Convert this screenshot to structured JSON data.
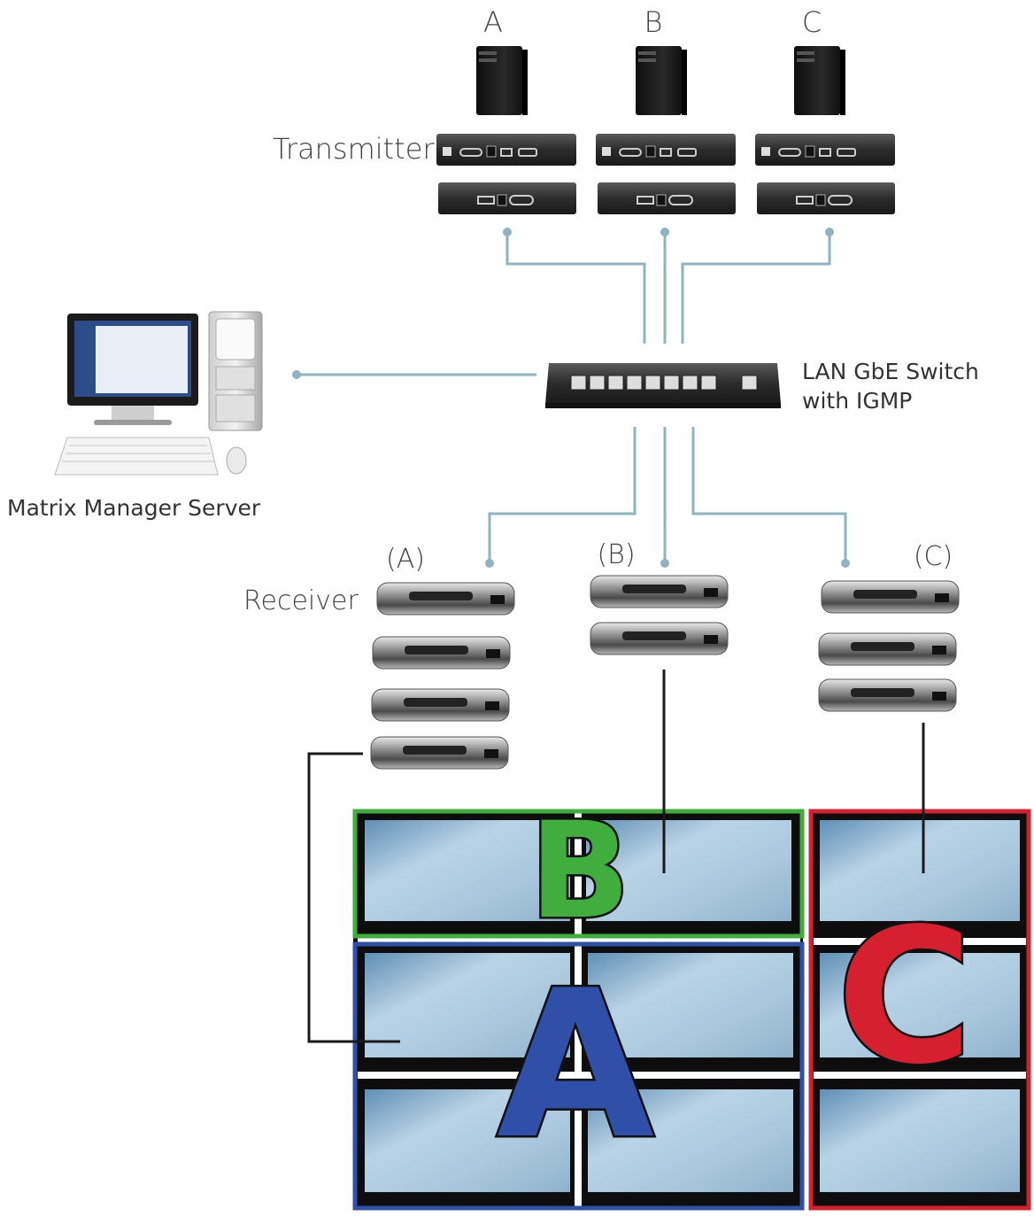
{
  "labels": {
    "source_a": "A",
    "source_b": "B",
    "source_c": "C",
    "transmitter": "Transmitter",
    "switch_line1": "LAN GbE Switch",
    "switch_line2": "with IGMP",
    "server": "Matrix Manager Server",
    "receiver": "Receiver",
    "group_a": "(A)",
    "group_b": "(B)",
    "group_c": "(C)"
  },
  "video_wall": {
    "zone_a": {
      "letter": "A",
      "color": "#2f4fa8"
    },
    "zone_b": {
      "letter": "B",
      "color": "#3fae3c"
    },
    "zone_c": {
      "letter": "C",
      "color": "#d62030"
    }
  },
  "colors": {
    "network_cable": "#8fb3bf",
    "video_cable": "#1a1a1a"
  }
}
